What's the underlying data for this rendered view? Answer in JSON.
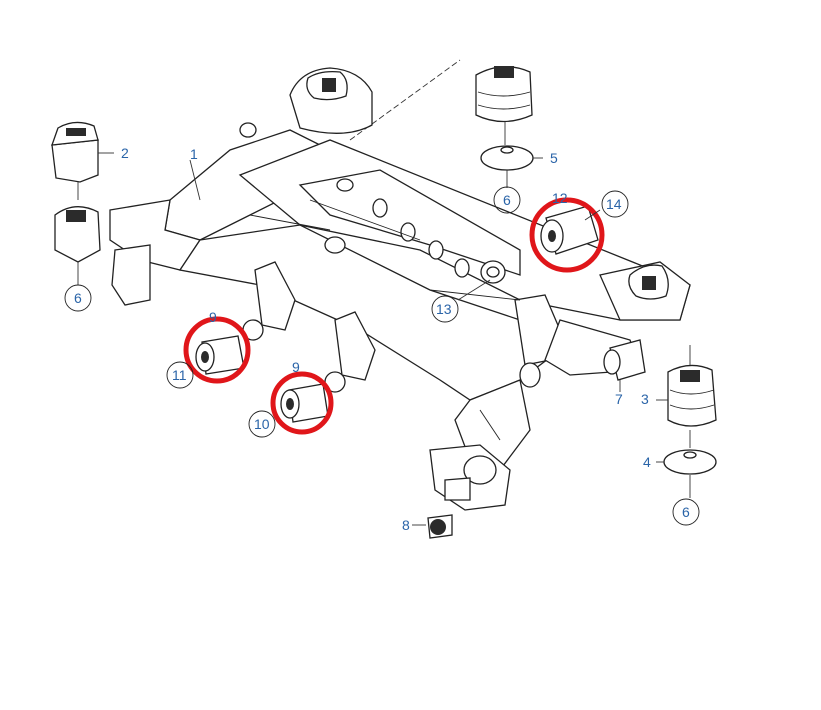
{
  "diagram": {
    "callouts": {
      "c1": "1",
      "c2": "2",
      "c3": "3",
      "c4": "4",
      "c5": "5",
      "c6a": "6",
      "c6b": "6",
      "c6c": "6",
      "c7": "7",
      "c8": "8",
      "c9a": "9",
      "c9b": "9",
      "c10": "10",
      "c11": "11",
      "c12": "12",
      "c13": "13",
      "c14": "14"
    },
    "highlight_color": "#e0161a",
    "callout_color": "#2a64a8"
  }
}
